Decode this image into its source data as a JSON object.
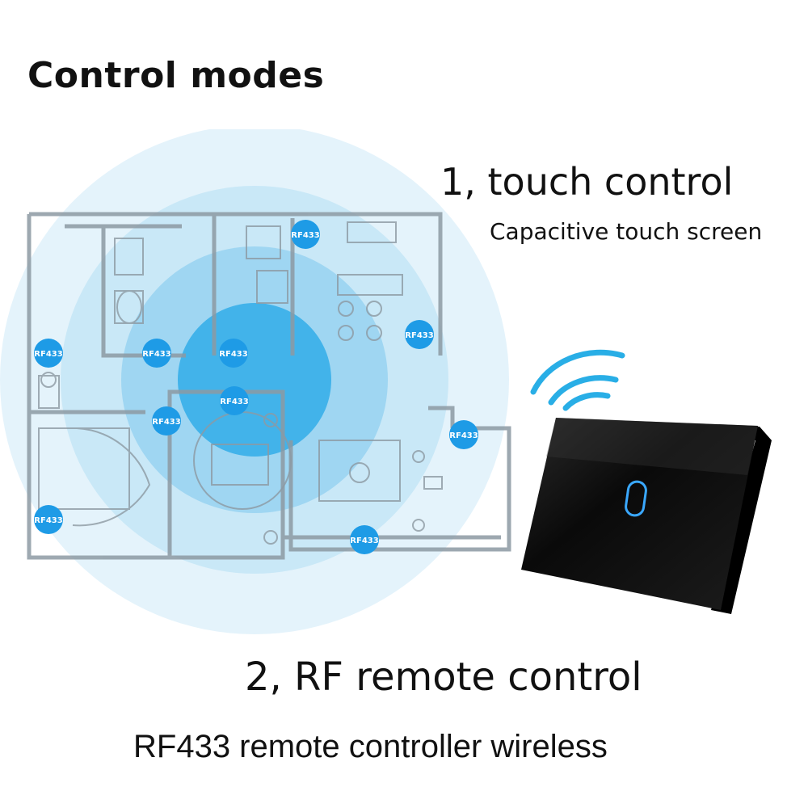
{
  "header": {
    "title": "Control modes"
  },
  "touch": {
    "title": "1, touch control",
    "subtitle": "Capacitive touch screen"
  },
  "rf": {
    "title": "2, RF remote control",
    "subtitle": "RF433 remote controller wireless"
  },
  "floorplan": {
    "node_label": "RF433",
    "node_color": "#1e9be6",
    "glow_color": "#8ecff2",
    "nodes": [
      {
        "id": "top-center"
      },
      {
        "id": "left-wall"
      },
      {
        "id": "bath"
      },
      {
        "id": "center"
      },
      {
        "id": "right-kitchen"
      },
      {
        "id": "hall"
      },
      {
        "id": "bedroom-left"
      },
      {
        "id": "right-dining"
      },
      {
        "id": "bottom-left"
      },
      {
        "id": "bottom-center"
      }
    ]
  },
  "device": {
    "name": "touch switch panel",
    "panel_color": "#0b0b0b",
    "touch_ring_color": "#3aa8ff",
    "wave_color": "#29aee6"
  }
}
